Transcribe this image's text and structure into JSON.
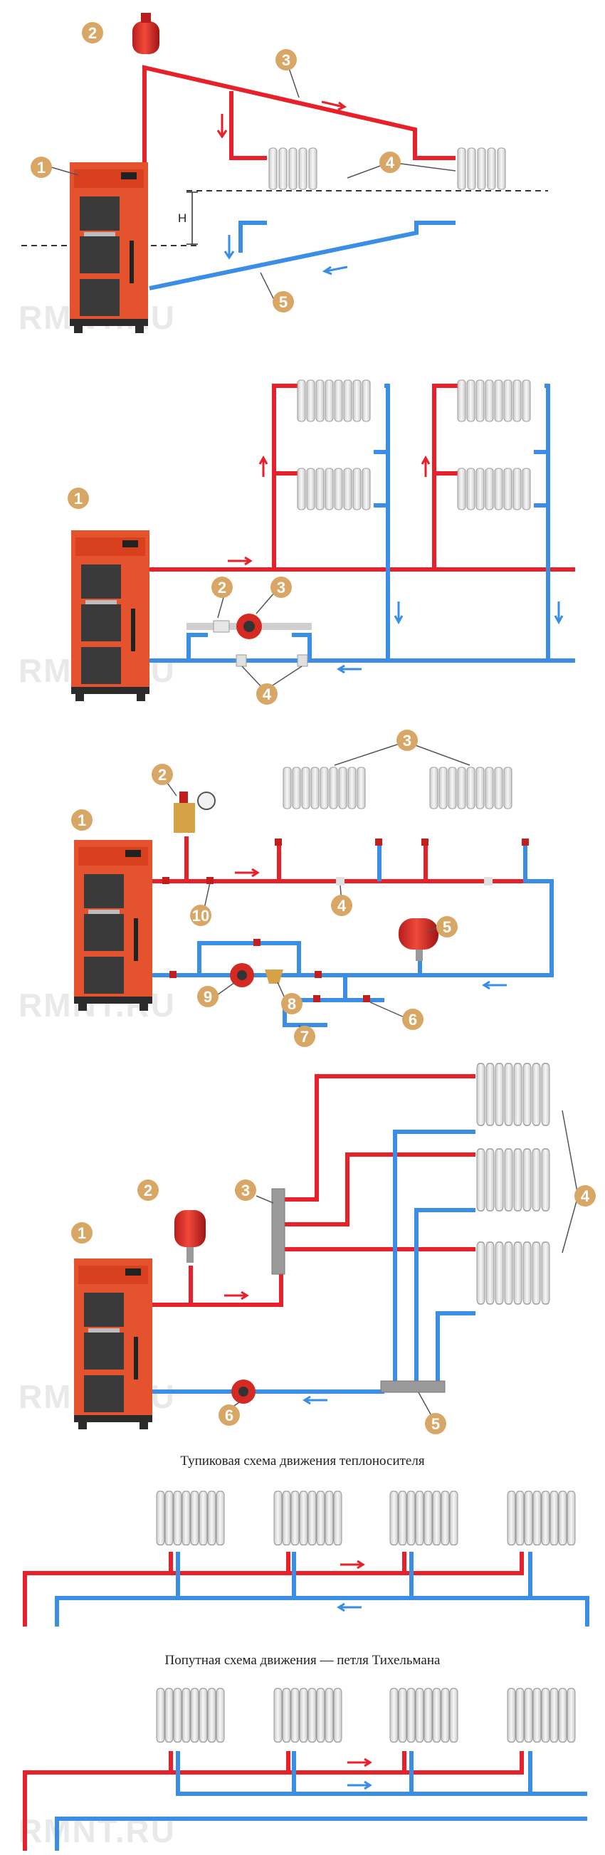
{
  "watermark": "RMNT.RU",
  "colors": {
    "supply": "#e8202a",
    "return": "#3a8ee6",
    "marker": "#d9a765",
    "boiler": "#e54a2c"
  },
  "icons": [
    "boiler-icon",
    "radiator-icon",
    "expansion-tank-icon",
    "circulation-pump-icon",
    "ball-valve-icon",
    "manifold-icon",
    "safety-group-icon",
    "strainer-icon",
    "arrow-icon"
  ],
  "diagram1": {
    "markers": [
      "1",
      "2",
      "3",
      "4",
      "5"
    ],
    "h_label": "H"
  },
  "diagram2": {
    "markers": [
      "1",
      "2",
      "3",
      "4"
    ]
  },
  "diagram3": {
    "markers": [
      "1",
      "2",
      "3",
      "4",
      "5",
      "6",
      "7",
      "8",
      "9",
      "10"
    ]
  },
  "diagram4": {
    "markers": [
      "1",
      "2",
      "3",
      "4",
      "5",
      "6"
    ]
  },
  "diagram5": {
    "caption": "Тупиковая схема движения теплоносителя"
  },
  "diagram6": {
    "caption": "Попутная схема движения — петля Тихельмана"
  }
}
